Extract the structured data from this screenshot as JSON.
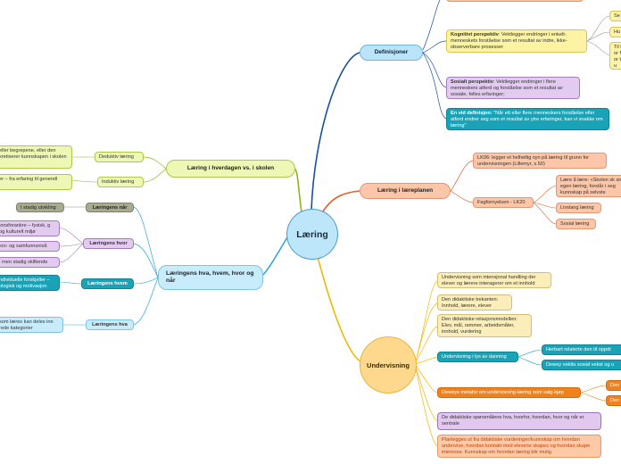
{
  "center": {
    "label": "Læring"
  },
  "right": {
    "definisjoner": {
      "label": "Definisjoner",
      "kognitivt_title": "Kognitivt perspektiv",
      "kognitivt_text": ": Vektlegger endringer i enkelt-menneskets forståelse som et resultat av indre, ikke-observerbare prosesser",
      "sosialt_title": "Sosialt perspektiv",
      "sosialt_text": ": Vektlegger endringer i flere menneskers atferd og forståelse som et resultat av sosiale, felles erfaringer;",
      "enfire_title": "En vid definisjon:",
      "enfire_text": " \"Når ett eller flere menneskers forståelse eller atferd endrer seg som et resultat av ytre erfaringer, kan vi snakke om læring\"",
      "clip_se": "Se",
      "clip_hu": "Hu",
      "clip_tilf": "Til for for ku"
    },
    "lareplan": {
      "label": "Læring i læreplanen",
      "lk06": "LK06: legger et helhetlig syn på læring til grunn for undervisningen (Lillemyr, s.50)",
      "fagfornyelsen": "Fagfornyelsen - LK20",
      "laere_aa_laere": "Lære å lære: «Skolen sk sin egen læring, forstår i seg kunnskap på selvste",
      "livslang": "Livslang læring",
      "sosial": "Sosial læring"
    },
    "undervisning": {
      "label": "Undervisning",
      "intensjonal": "Undervisning som intensjonal handling der elever og lærere interagerer om et innhold",
      "trekant": "Den didaktiske trekanten: Innhold, lærere, elever",
      "relasjon": "Den didaktiske relasjonsmodellen: Elev, mål, rammer, arbeidsmåter, innhold, vurdering",
      "lys": "Undervisning i lys av danning",
      "herbart": "Herbart relaterte den til oppdr",
      "dewey_social": "Dewey vektla sosial vekst og u",
      "deweys_metafor": "Deweys metafor om undervisning-læring som salg-kjøp",
      "den1": "Den",
      "den2": "Den",
      "sporsmal": "De didaktiske spørsmålene hva, hvorfor, hvordan, hvor og når er sentrale",
      "planlegges": "Planlegges ut fra didaktiske vurderinger/kunnskap om hvordan undervise, hvordan kontakt med elevene skapes og hvordan skape interesse. Kunnskap om hvordan læring blir mulig."
    }
  },
  "left": {
    "hverdagen": {
      "label": "Læring i hverdagen vs. i skolen",
      "deduktiv": "Deduktiv læring",
      "deduktiv_leaf": "eller begrepene, eller den kretiserer kunnskapen i skolen",
      "induktiv": "Induktiv læring",
      "induktiv_leaf": "er – fra erfaring til generell"
    },
    "hva_hvem": {
      "label": "Læringens hva, hvem, hvor og når",
      "naar": "Læringens når",
      "naar_leaf": "I stadig utvikling",
      "hvor": "Læringens hvor",
      "hvor_leaf1": "jonsforankre – fysisk, g og kulturelt miljø",
      "hvor_leaf2": "kro- og samfunnsnivå",
      "hvor_leaf3": ", men stadig skiftende",
      "hvem": "Læringens hvem",
      "hvem_leaf": "ndividuelle forskjeller – ologisk og motivasjon",
      "hva": "Læringens hva",
      "hva_leaf": "som læres kan deles inn rede kategorier"
    }
  }
}
